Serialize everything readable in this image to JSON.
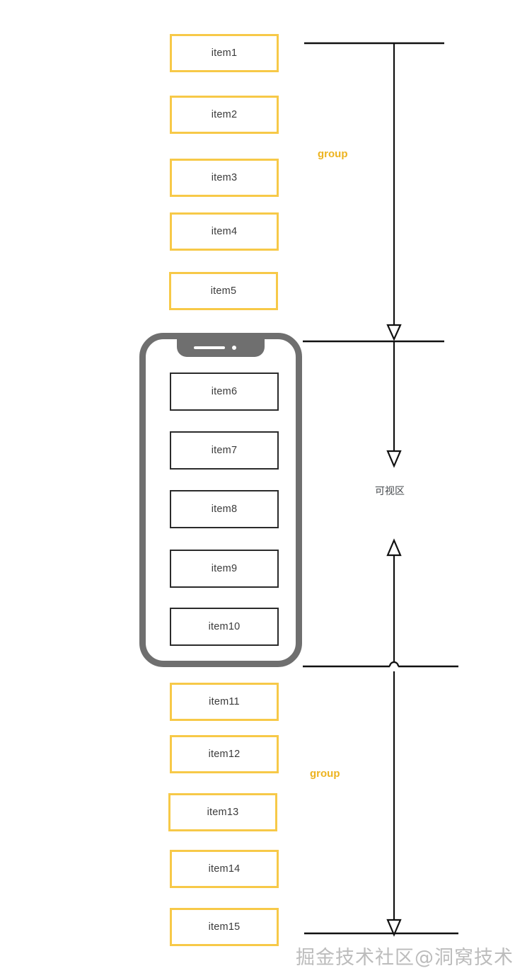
{
  "diagram": {
    "title": "virtual-list-viewport-diagram",
    "background_color": "#ffffff",
    "accent_yellow": "#f7c948",
    "label_yellow": "#edb31f",
    "line_black": "#111111",
    "phone_gray": "#6f6f6f",
    "item_text_color": "#3b3b3b"
  },
  "items_above": [
    {
      "label": "item1"
    },
    {
      "label": "item2"
    },
    {
      "label": "item3"
    },
    {
      "label": "item4"
    },
    {
      "label": "item5"
    }
  ],
  "items_viewport": [
    {
      "label": "item6"
    },
    {
      "label": "item7"
    },
    {
      "label": "item8"
    },
    {
      "label": "item9"
    },
    {
      "label": "item10"
    }
  ],
  "items_below": [
    {
      "label": "item11"
    },
    {
      "label": "item12"
    },
    {
      "label": "item13"
    },
    {
      "label": "item14"
    },
    {
      "label": "item15"
    }
  ],
  "annotations": {
    "group_top": "group",
    "viewport": "可视区",
    "group_bottom": "group"
  },
  "phone": {
    "name": "phone-mockup",
    "notch": "notch",
    "speaker": "speaker-slot",
    "camera": "front-camera"
  },
  "watermark": {
    "text": "掘金技术社区@洞窝技术"
  }
}
